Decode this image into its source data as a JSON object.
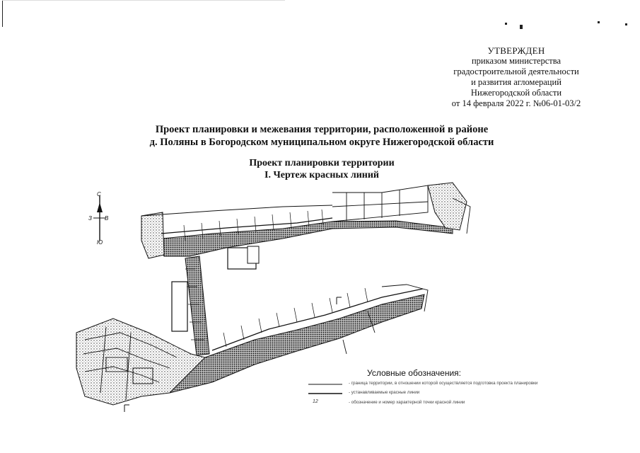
{
  "approval": {
    "heading": "УТВЕРЖДЕН",
    "lines": [
      "приказом министерства",
      "градостроительной деятельности",
      "и развития агломераций",
      "Нижегородской области",
      "от 14 февраля 2022 г. №06-01-03/2"
    ]
  },
  "document": {
    "title_line1": "Проект планировки и межевания территории, расположенной в районе",
    "title_line2": "д. Поляны в Богородском муниципальном округе Нижегородской области",
    "subtitle_line1": "Проект планировки территории",
    "subtitle_line2": "I. Чертеж красных линий"
  },
  "compass": {
    "north": "С",
    "south": "Ю",
    "west": "З",
    "east": "В"
  },
  "legend": {
    "title": "Условные обозначения:",
    "items": [
      {
        "symbol": "boundary-line",
        "text": "- граница территории, в отношении которой осуществляется подготовка проекта планировки"
      },
      {
        "symbol": "red-line",
        "text": "- устанавливаемые красные линии"
      },
      {
        "symbol": "point-marker",
        "label": "12",
        "text": "- обозначение и номер характерной точки красной линии"
      }
    ]
  }
}
